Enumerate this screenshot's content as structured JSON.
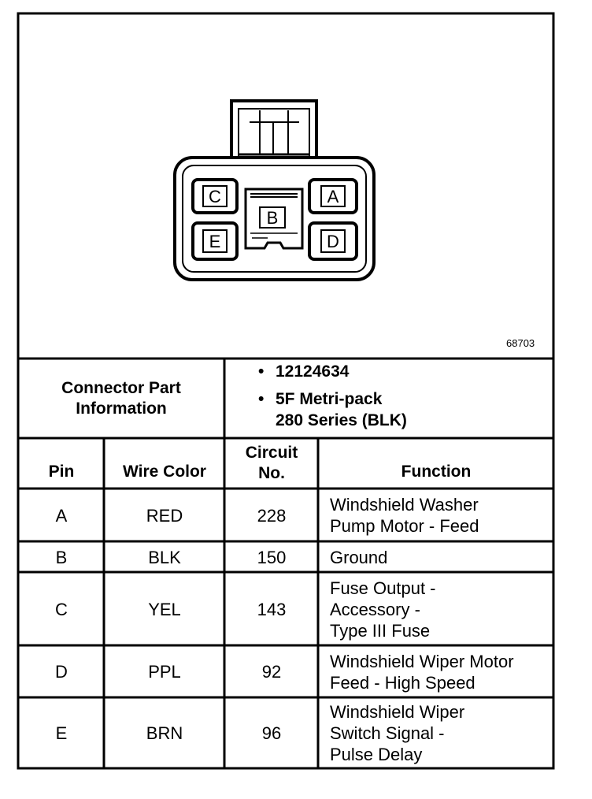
{
  "figure_number": "68703",
  "connector": {
    "pin_labels": [
      "C",
      "B",
      "A",
      "E",
      "D"
    ]
  },
  "part_info": {
    "label": "Connector Part\nInformation",
    "part_number": "12124634",
    "part_desc": "5F Metri-pack\n280 Series (BLK)"
  },
  "table": {
    "headers": {
      "pin": "Pin",
      "wire_color": "Wire Color",
      "circuit": "Circuit\nNo.",
      "function": "Function"
    },
    "rows": [
      {
        "pin": "A",
        "color": "RED",
        "circuit": "228",
        "function": "Windshield Washer\nPump Motor - Feed"
      },
      {
        "pin": "B",
        "color": "BLK",
        "circuit": "150",
        "function": "Ground"
      },
      {
        "pin": "C",
        "color": "YEL",
        "circuit": "143",
        "function": "Fuse Output -\nAccessory -\nType III Fuse"
      },
      {
        "pin": "D",
        "color": "PPL",
        "circuit": "92",
        "function": "Windshield Wiper Motor\nFeed - High Speed"
      },
      {
        "pin": "E",
        "color": "BRN",
        "circuit": "96",
        "function": "Windshield Wiper\nSwitch Signal -\nPulse Delay"
      }
    ]
  }
}
